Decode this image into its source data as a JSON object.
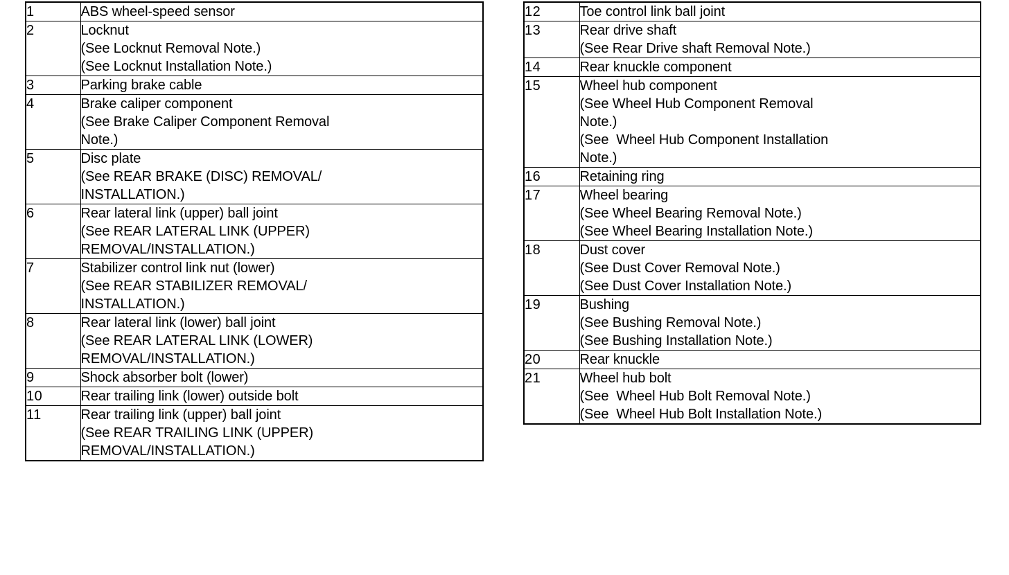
{
  "document": {
    "type": "parts-legend-table",
    "description": "Rear suspension / wheel hub parts legend, two-column numbered table",
    "ink_color": "#000000",
    "page_background": "#ffffff"
  },
  "tables": [
    {
      "id": "left",
      "name": "parts-table-left",
      "rows": [
        {
          "number": "1",
          "lines": [
            "ABS wheel-speed sensor"
          ]
        },
        {
          "number": "2",
          "lines": [
            "Locknut",
            "(See Locknut Removal Note.)",
            "(See Locknut Installation Note.)"
          ]
        },
        {
          "number": "3",
          "lines": [
            "Parking brake cable"
          ]
        },
        {
          "number": "4",
          "lines": [
            "Brake caliper component",
            "(See Brake Caliper Component Removal",
            "Note.)"
          ]
        },
        {
          "number": "5",
          "lines": [
            "Disc plate",
            "(See REAR BRAKE (DISC) REMOVAL/",
            "INSTALLATION.)"
          ]
        },
        {
          "number": "6",
          "lines": [
            "Rear lateral link (upper) ball joint",
            "(See REAR LATERAL LINK (UPPER)",
            "REMOVAL/INSTALLATION.)"
          ]
        },
        {
          "number": "7",
          "lines": [
            "Stabilizer control link nut (lower)",
            "(See REAR STABILIZER REMOVAL/",
            "INSTALLATION.)"
          ]
        },
        {
          "number": "8",
          "lines": [
            "Rear lateral link (lower) ball joint",
            "(See REAR LATERAL LINK (LOWER)",
            "REMOVAL/INSTALLATION.)"
          ]
        },
        {
          "number": "9",
          "lines": [
            "Shock absorber bolt (lower)"
          ]
        },
        {
          "number": "10",
          "lines": [
            "Rear trailing link (lower) outside bolt"
          ]
        },
        {
          "number": "11",
          "lines": [
            "Rear trailing link (upper) ball joint",
            "(See REAR TRAILING LINK (UPPER)",
            "REMOVAL/INSTALLATION.)"
          ]
        }
      ]
    },
    {
      "id": "right",
      "name": "parts-table-right",
      "rows": [
        {
          "number": "12",
          "lines": [
            "Toe control link ball joint"
          ]
        },
        {
          "number": "13",
          "lines": [
            "Rear drive shaft",
            "(See Rear Drive shaft Removal Note.)"
          ]
        },
        {
          "number": "14",
          "lines": [
            "Rear knuckle component"
          ]
        },
        {
          "number": "15",
          "lines": [
            "Wheel hub component",
            "(See Wheel Hub Component Removal",
            "Note.)",
            "(See  Wheel Hub Component Installation",
            "Note.)"
          ]
        },
        {
          "number": "16",
          "lines": [
            "Retaining ring"
          ]
        },
        {
          "number": "17",
          "lines": [
            "Wheel bearing",
            "(See Wheel Bearing Removal Note.)",
            "(See Wheel Bearing Installation Note.)"
          ]
        },
        {
          "number": "18",
          "lines": [
            "Dust cover",
            "(See Dust Cover Removal Note.)",
            "(See Dust Cover Installation Note.)"
          ]
        },
        {
          "number": "19",
          "lines": [
            "Bushing",
            "(See Bushing Removal Note.)",
            "(See Bushing Installation Note.)"
          ]
        },
        {
          "number": "20",
          "lines": [
            "Rear knuckle"
          ]
        },
        {
          "number": "21",
          "lines": [
            "Wheel hub bolt",
            "(See  Wheel Hub Bolt Removal Note.)",
            "(See  Wheel Hub Bolt Installation Note.)"
          ]
        }
      ]
    }
  ]
}
